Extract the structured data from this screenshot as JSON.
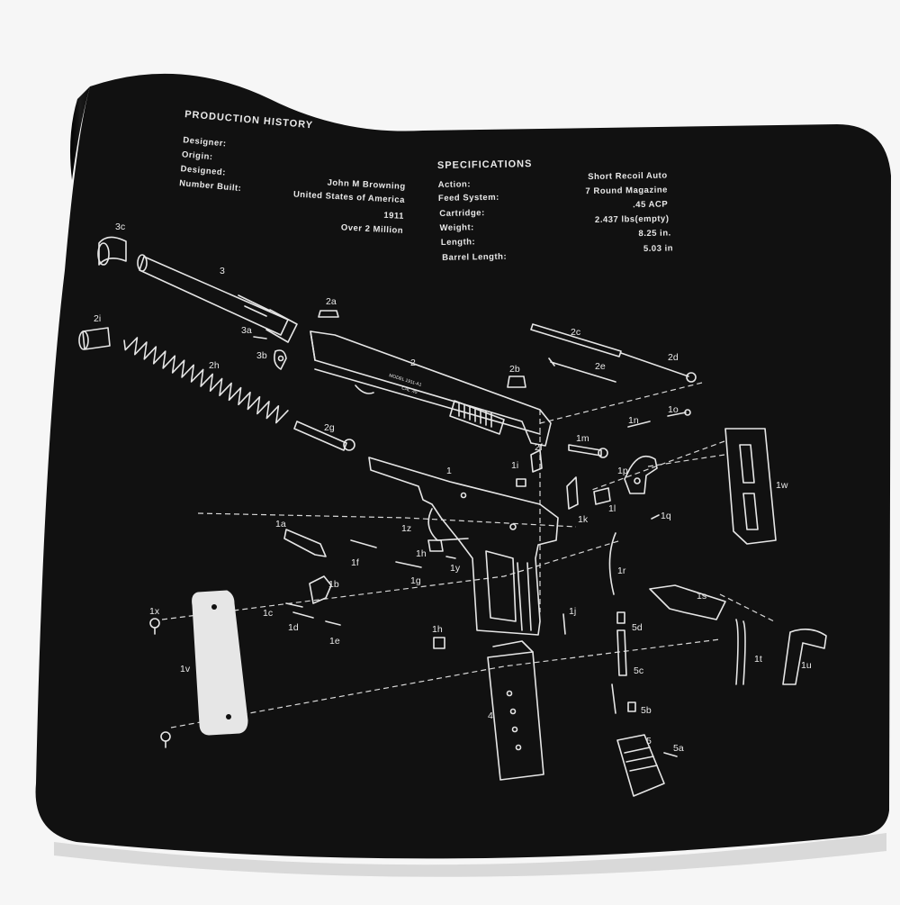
{
  "colors": {
    "background": "#f6f6f6",
    "mat": "#111111",
    "print": "#e9e9e9"
  },
  "production_history": {
    "title": "PRODUCTION HISTORY",
    "labels": [
      "Designer:",
      "Origin:",
      "Designed:",
      "Number Built:"
    ],
    "values": [
      "John M Browning",
      "United States of America",
      "1911",
      "Over 2 Million"
    ]
  },
  "specifications": {
    "title": "SPECIFICATIONS",
    "labels": [
      "Action:",
      "Feed System:",
      "Cartridge:",
      "Weight:",
      "Length:",
      "Barrel Length:"
    ],
    "values": [
      "Short Recoil Auto",
      "7 Round Magazine",
      ".45 ACP",
      "2.437 lbs(empty)",
      "8.25 in.",
      "5.03 in"
    ]
  },
  "slide_engraving": [
    "MODEL 1911-A1",
    "CAL .45"
  ],
  "part_labels": {
    "p3c": "3c",
    "p3": "3",
    "p2i": "2i",
    "p2h": "2h",
    "p3a": "3a",
    "p3b": "3b",
    "p2a": "2a",
    "p2": "2",
    "p2g": "2g",
    "p2b": "2b",
    "p2c": "2c",
    "p2e": "2e",
    "p2d": "2d",
    "p2f": "2f",
    "p1m": "1m",
    "p1n": "1n",
    "p1o": "1o",
    "p1i": "1i",
    "p1p": "1p",
    "p1": "1",
    "p1k": "1k",
    "p1l": "1l",
    "p1q": "1q",
    "p1w": "1w",
    "p1a": "1a",
    "p1z": "1z",
    "p1h": "1h",
    "p1f": "1f",
    "p1y": "1y",
    "p1g": "1g",
    "p1r": "1r",
    "p1b": "1b",
    "p1x": "1x",
    "p1c": "1c",
    "p1d": "1d",
    "p1e": "1e",
    "p1h2": "1h",
    "p1j": "1j",
    "p1s": "1s",
    "p5d": "5d",
    "p1v": "1v",
    "p5c": "5c",
    "p1t": "1t",
    "p1u": "1u",
    "p4": "4",
    "p5b": "5b",
    "p5": "5",
    "p5a": "5a"
  }
}
